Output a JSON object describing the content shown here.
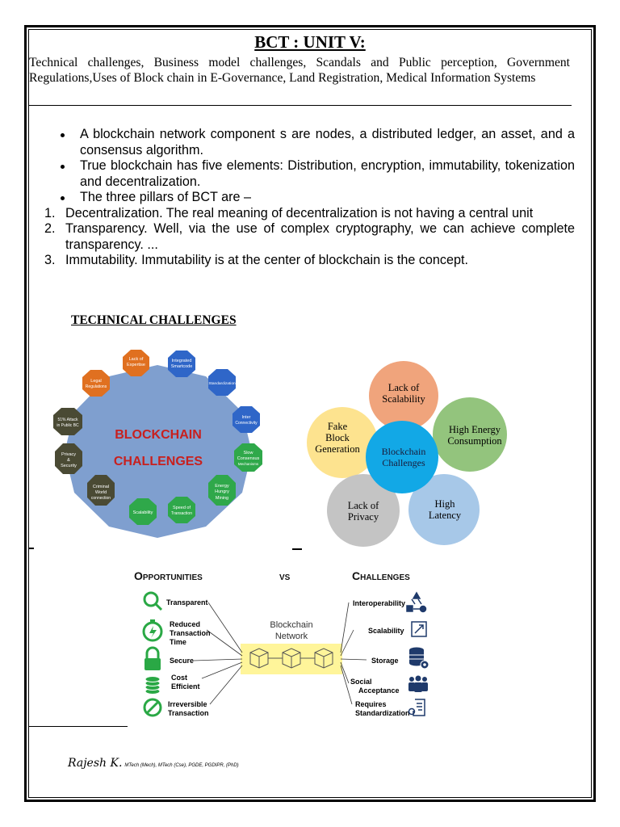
{
  "title": "BCT : UNIT V:",
  "subtitle": "Technical challenges, Business model challenges, Scandals and Public perception, Government Regulations,Uses of Block chain in E-Governance, Land Registration, Medical Information Systems",
  "bullets": [
    "A blockchain network component s are nodes, a distributed ledger, an asset, and a consensus algorithm.",
    "True blockchain has five elements: Distribution, encryption, immutability, tokenization and decentralization.",
    "The three pillars of BCT are –"
  ],
  "numbered": [
    {
      "num": "1.",
      "text": "Decentralization. The real meaning of decentralization is not having a central unit"
    },
    {
      "num": "2.",
      "text": "Transparency. Well, via the use of complex cryptography, we can achieve complete transparency. ..."
    },
    {
      "num": "3.",
      "text": "Immutability. Immutability is at the center of blockchain is the concept."
    }
  ],
  "section_heading": "TECHNICAL CHALLENGES",
  "fig1": {
    "center_line1": "BLOCKCHAIN",
    "center_line2": "CHALLENGES",
    "colors": {
      "center": "#7f9fcf",
      "orange": "#e07020",
      "blue": "#2f66c8",
      "green": "#2fa84a",
      "olive": "#4a4a34",
      "text_red": "#c8201e"
    },
    "nodes": {
      "lack_expertise": [
        "Lack of",
        "Expertise"
      ],
      "integrated_smartcode": [
        "Integrated",
        "Smartcode"
      ],
      "standardization": [
        "Standardization"
      ],
      "inter_connectivity": [
        "Inter",
        "Connectivity"
      ],
      "slow_consensus": [
        "Slow",
        "Consensus",
        "Mechanisms"
      ],
      "energy_hungry": [
        "Energy",
        "Hungry",
        "Mining"
      ],
      "speed_transaction": [
        "Speed of",
        "Transaction"
      ],
      "scalability": [
        "Scalability"
      ],
      "criminal_world": [
        "Criminal",
        "World",
        "connection"
      ],
      "privacy_security": [
        "Privacy",
        "&",
        "Security"
      ],
      "attack_51": [
        "51% Attack",
        "in Public BC"
      ],
      "legal_regulations": [
        "Legal",
        "Regulations"
      ]
    }
  },
  "fig2": {
    "center": [
      "Blockchain",
      "Challenges"
    ],
    "lack_scalability": [
      "Lack of",
      "Scalability"
    ],
    "high_energy": [
      "High Energy",
      "Consumption"
    ],
    "high_latency": [
      "High",
      "Latency"
    ],
    "lack_privacy": [
      "Lack of",
      "Privacy"
    ],
    "fake_block": [
      "Fake",
      "Block",
      "Generation"
    ],
    "colors": {
      "center": "#12a8e6",
      "orange": "#f0a47c",
      "green": "#93c47d",
      "light_blue": "#a7c8e8",
      "gray": "#c4c4c4",
      "yellow": "#fde38f"
    }
  },
  "fig3": {
    "opportunities_title": "Opportunities",
    "vs": "vs",
    "challenges_title": "Challenges",
    "network_label": [
      "Blockchain",
      "Network"
    ],
    "opportunities": [
      {
        "label": [
          "Transparent"
        ],
        "icon": "magnifier-icon"
      },
      {
        "label": [
          "Reduced",
          "Transaction",
          "Time"
        ],
        "icon": "stopwatch-icon"
      },
      {
        "label": [
          "Secure"
        ],
        "icon": "padlock-icon"
      },
      {
        "label": [
          "Cost",
          "Efficient"
        ],
        "icon": "coins-icon"
      },
      {
        "label": [
          "Irreversible",
          "Transaction"
        ],
        "icon": "no-entry-icon"
      }
    ],
    "challenges": [
      {
        "label": [
          "Interoperability"
        ],
        "icon": "flow-icon"
      },
      {
        "label": [
          "Scalability"
        ],
        "icon": "resize-icon"
      },
      {
        "label": [
          "Storage"
        ],
        "icon": "database-gear-icon"
      },
      {
        "label": [
          "Social",
          "Acceptance"
        ],
        "icon": "people-icon"
      },
      {
        "label": [
          "Requires",
          "Standardization"
        ],
        "icon": "certificate-icon"
      }
    ],
    "colors": {
      "green": "#2aa845",
      "navy": "#1f3a6b",
      "band": "#fff59a"
    }
  },
  "signature": {
    "name": "Rajesh K.",
    "credentials": "MTech (Mech), MTech (Cse), PGDE, PGDIPR, (PhD)"
  }
}
